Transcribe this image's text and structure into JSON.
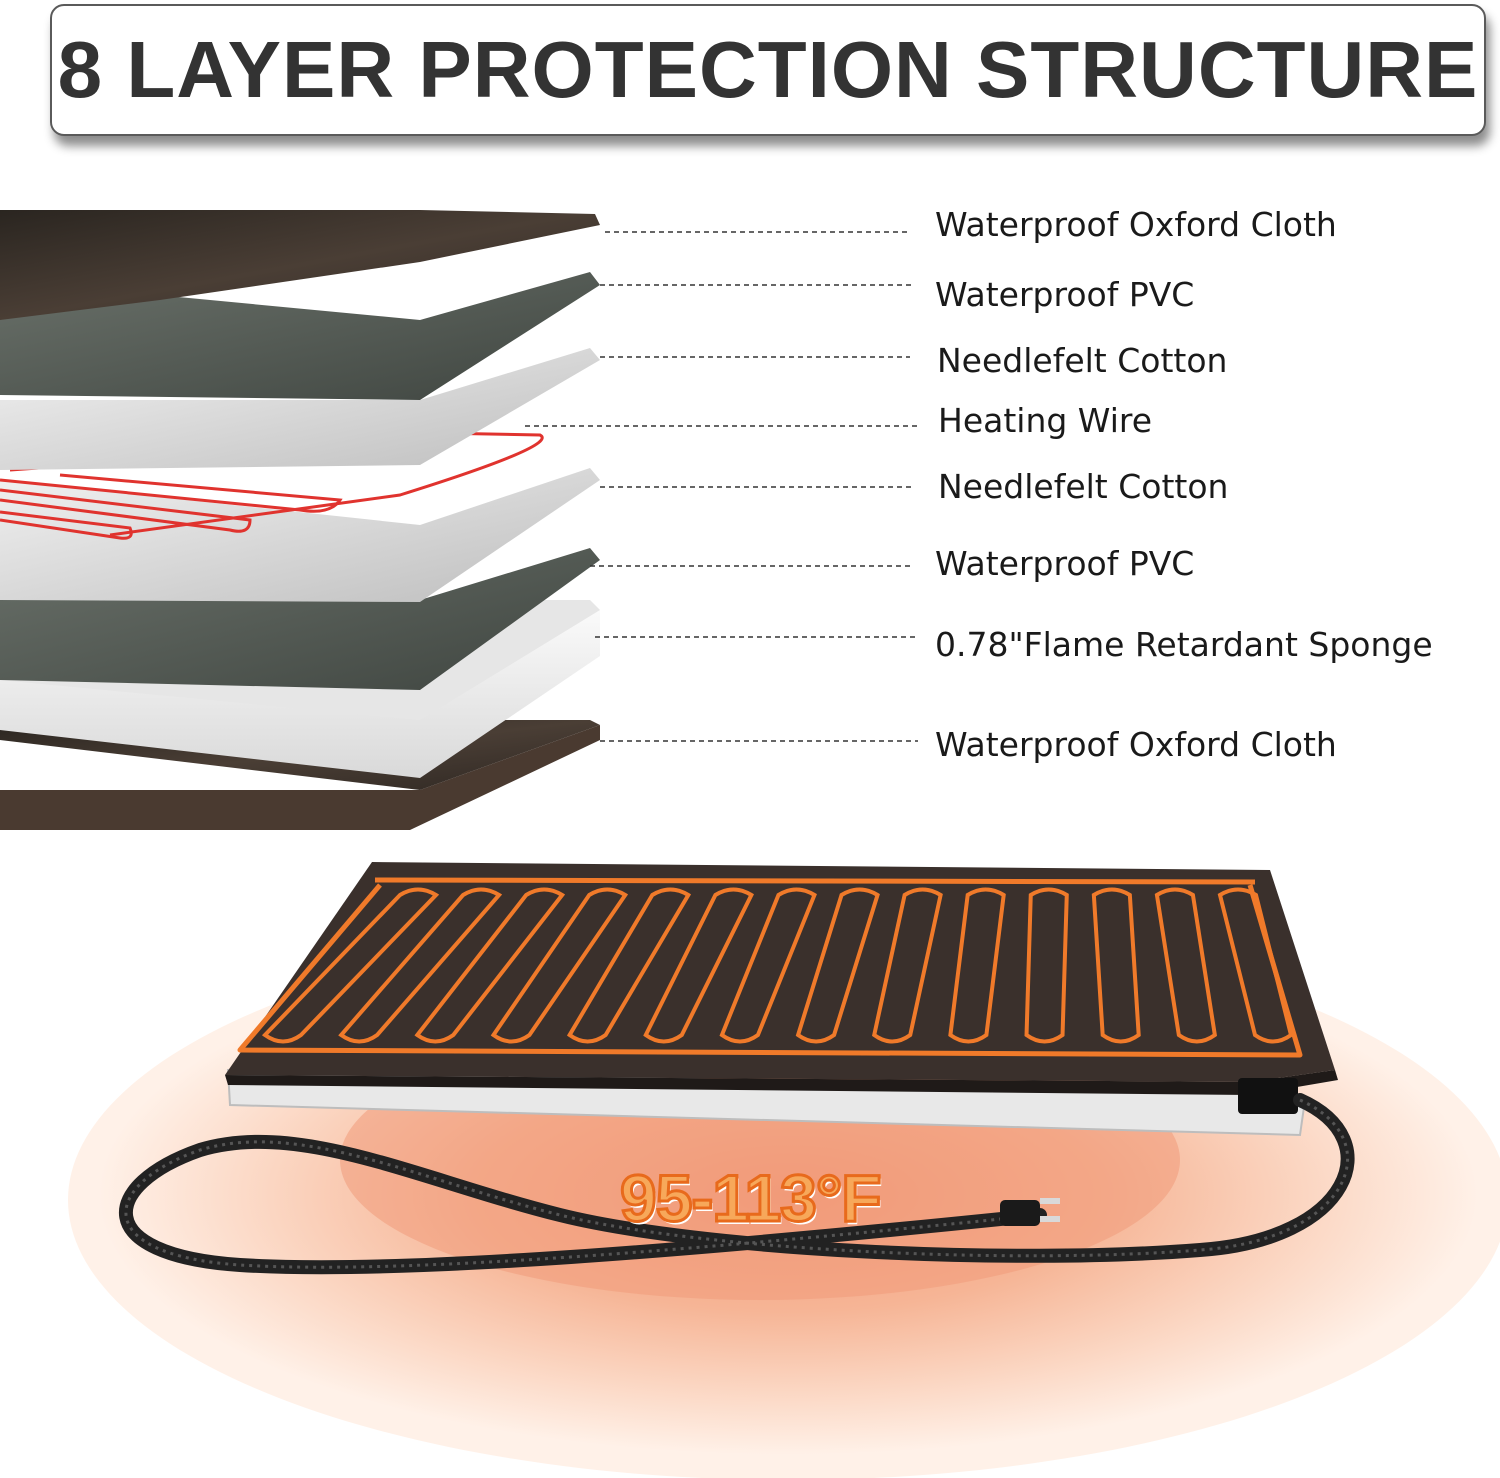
{
  "title": "8 LAYER PROTECTION STRUCTURE",
  "layers": [
    {
      "label": "Waterproof Oxford Cloth"
    },
    {
      "label": "Waterproof PVC"
    },
    {
      "label": "Needlefelt  Cotton"
    },
    {
      "label": "Heating Wire"
    },
    {
      "label": "Needlefelt Cotton"
    },
    {
      "label": "Waterproof PVC"
    },
    {
      "label": "0.78\"Flame Retardant Sponge"
    },
    {
      "label": "Waterproof Oxford Cloth"
    }
  ],
  "temperature_label": "95-113°F",
  "colors": {
    "oxford_cloth": "#3a2f28",
    "pvc": "#525a52",
    "felt": "#dcdcdc",
    "heating_wire": "#e0332e",
    "sponge": "#ededed",
    "glow": "#f08a5a",
    "pad_wire": "#f07a2a"
  }
}
